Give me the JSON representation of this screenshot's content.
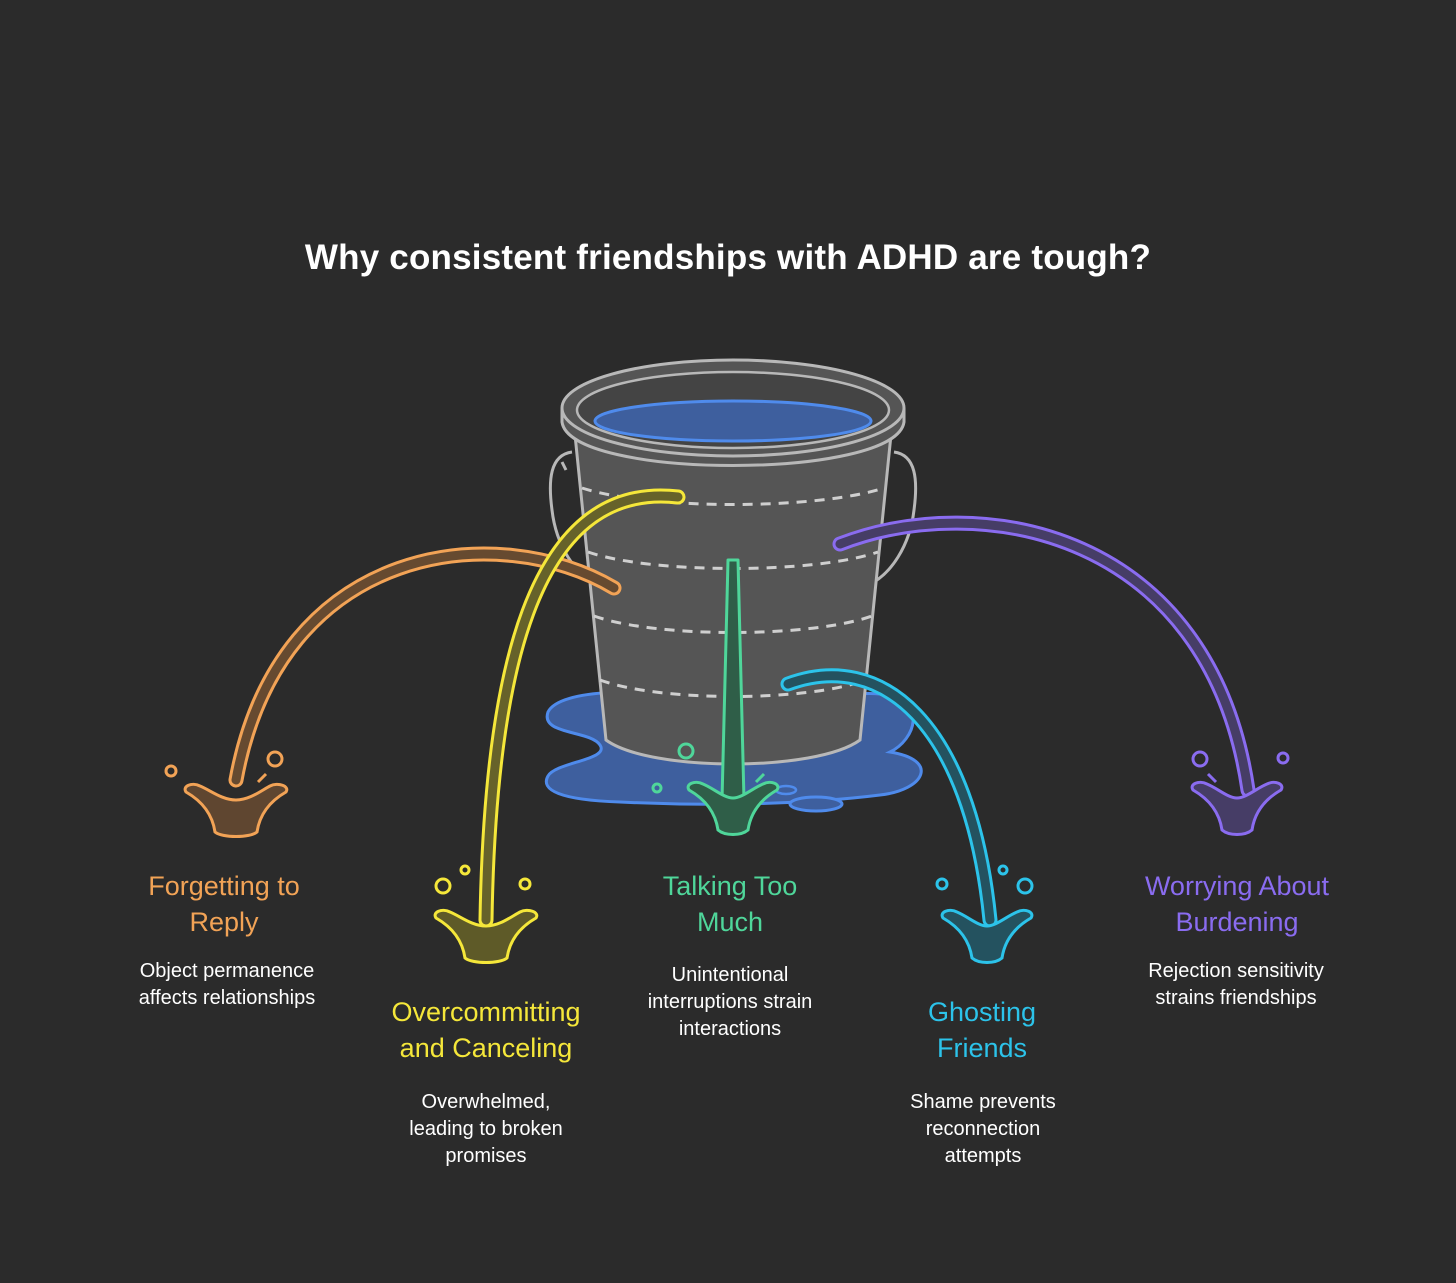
{
  "title": "Why consistent friendships with ADHD are tough?",
  "colors": {
    "background": "#2b2b2b",
    "bucket_fill": "#555555",
    "bucket_stroke": "#b8b8b8",
    "water": "#3e5f9e",
    "water_stroke": "#4f8bec",
    "orange": "#f2a356",
    "yellow": "#f5e73a",
    "green": "#4fd69a",
    "cyan": "#2cc3ea",
    "purple": "#8a6cf0"
  },
  "items": [
    {
      "key": "forgetting",
      "title_lines": [
        "Forgetting to",
        "Reply"
      ],
      "desc_lines": [
        "Object permanence",
        "affects relationships"
      ],
      "color": "#f2a356"
    },
    {
      "key": "overcommitting",
      "title_lines": [
        "Overcommitting",
        "and Canceling"
      ],
      "desc_lines": [
        "Overwhelmed,",
        "leading to broken",
        "promises"
      ],
      "color": "#f5e73a"
    },
    {
      "key": "talking",
      "title_lines": [
        "Talking Too",
        "Much"
      ],
      "desc_lines": [
        "Unintentional",
        "interruptions strain",
        "interactions"
      ],
      "color": "#4fd69a"
    },
    {
      "key": "ghosting",
      "title_lines": [
        "Ghosting",
        "Friends"
      ],
      "desc_lines": [
        "Shame prevents",
        "reconnection",
        "attempts"
      ],
      "color": "#2cc3ea"
    },
    {
      "key": "worrying",
      "title_lines": [
        "Worrying About",
        "Burdening"
      ],
      "desc_lines": [
        "Rejection sensitivity",
        "strains friendships"
      ],
      "color": "#8a6cf0"
    }
  ]
}
